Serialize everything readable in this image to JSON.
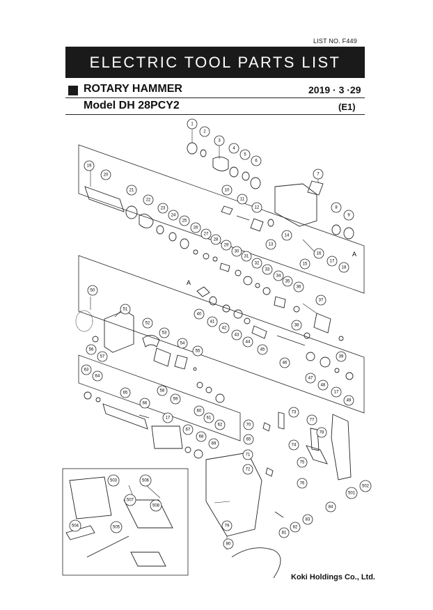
{
  "header": {
    "list_no": "LIST NO. F449",
    "banner_title": "ELECTRIC TOOL PARTS LIST",
    "product": "ROTARY HAMMER",
    "date": "2019 · 3 ·29",
    "model": "Model DH 28PCY2",
    "edition": "(E1)"
  },
  "diagram": {
    "ref_a": "A",
    "callouts": [
      "1",
      "2",
      "3",
      "4",
      "5",
      "6",
      "7",
      "8",
      "9",
      "10",
      "11",
      "12",
      "13",
      "14",
      "15",
      "16",
      "17",
      "18",
      "19",
      "20",
      "21",
      "22",
      "23",
      "24",
      "25",
      "26",
      "27",
      "28",
      "29",
      "30",
      "31",
      "32",
      "33",
      "34",
      "35",
      "36",
      "37",
      "38",
      "39",
      "40",
      "41",
      "42",
      "43",
      "44",
      "45",
      "46",
      "47",
      "48",
      "17",
      "49",
      "50",
      "51",
      "52",
      "53",
      "54",
      "55",
      "56",
      "57",
      "58",
      "59",
      "60",
      "61",
      "62",
      "63",
      "64",
      "65",
      "66",
      "17",
      "67",
      "68",
      "69",
      "70",
      "65",
      "71",
      "72",
      "73",
      "74",
      "75",
      "76",
      "77",
      "78",
      "79",
      "80",
      "81",
      "82",
      "83",
      "84",
      "501",
      "502",
      "503",
      "504",
      "505",
      "506",
      "507",
      "508"
    ]
  },
  "footer": {
    "company": "Koki Holdings Co., Ltd."
  }
}
